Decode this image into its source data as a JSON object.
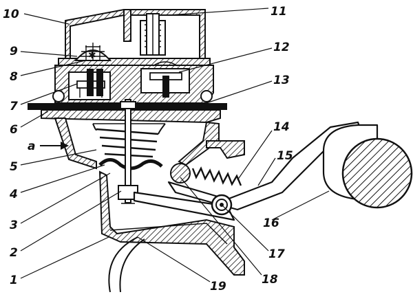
{
  "callouts": [
    {
      "id": "1",
      "label": "1"
    },
    {
      "id": "2",
      "label": "2"
    },
    {
      "id": "3",
      "label": "3"
    },
    {
      "id": "4",
      "label": "4"
    },
    {
      "id": "5",
      "label": "5"
    },
    {
      "id": "6",
      "label": "6"
    },
    {
      "id": "7",
      "label": "7"
    },
    {
      "id": "8",
      "label": "8"
    },
    {
      "id": "9",
      "label": "9"
    },
    {
      "id": "10",
      "label": "10"
    },
    {
      "id": "11",
      "label": "11"
    },
    {
      "id": "12",
      "label": "12"
    },
    {
      "id": "13",
      "label": "13"
    },
    {
      "id": "14",
      "label": "14"
    },
    {
      "id": "15",
      "label": "15"
    },
    {
      "id": "16",
      "label": "16"
    },
    {
      "id": "17",
      "label": "17"
    },
    {
      "id": "18",
      "label": "18"
    },
    {
      "id": "19",
      "label": "19"
    }
  ],
  "arrow_label": "a"
}
